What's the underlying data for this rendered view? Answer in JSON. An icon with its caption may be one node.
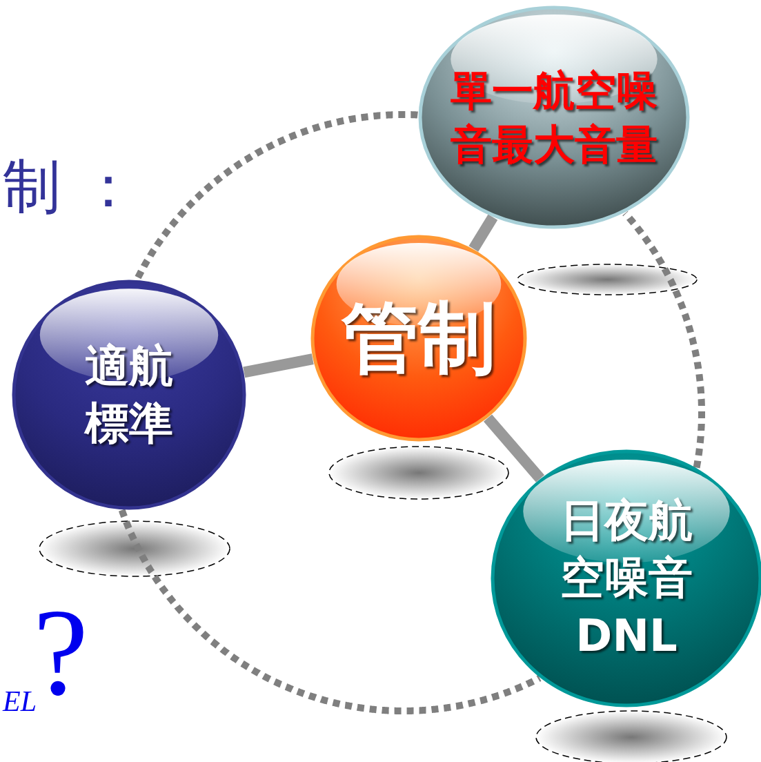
{
  "diagram": {
    "nodes": [
      {
        "text": [
          "管制"
        ]
      },
      {
        "text": [
          "單一航空噪音最大音量"
        ]
      },
      {
        "text": [
          "適航標準"
        ]
      },
      {
        "text": [
          "日夜航空噪音 DNL"
        ]
      }
    ],
    "edges": [
      {
        "from": 0,
        "to": 1,
        "arrow": "none"
      },
      {
        "from": 0,
        "to": 2,
        "arrow": "none"
      },
      {
        "from": 0,
        "to": 3,
        "arrow": "none"
      },
      {
        "from": 1,
        "to": 2,
        "arrow": "none",
        "style": "dashed"
      },
      {
        "from": 2,
        "to": 3,
        "arrow": "none",
        "style": "dashed"
      },
      {
        "from": 3,
        "to": 1,
        "arrow": "none",
        "style": "dashed"
      }
    ],
    "labels": [
      "制 ：",
      "EL",
      "?"
    ]
  }
}
